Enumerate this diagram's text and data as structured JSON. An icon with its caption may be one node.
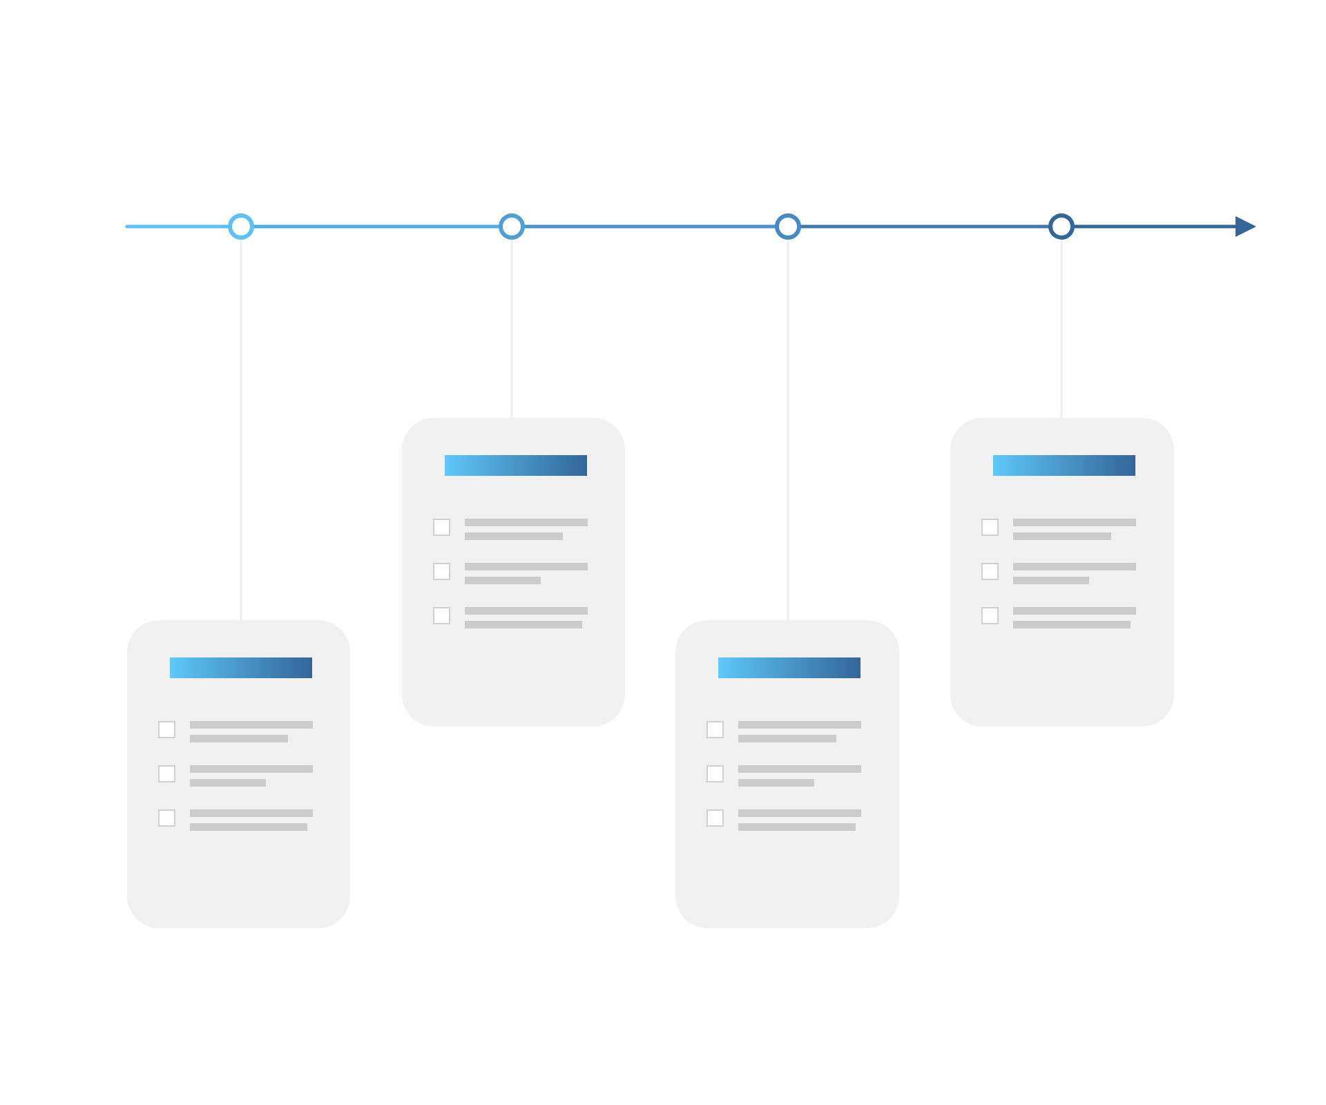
{
  "diagram": {
    "nodes": [
      {
        "text": [],
        "shape": "circle"
      },
      {
        "text": [],
        "shape": "circle"
      },
      {
        "text": [],
        "shape": "circle"
      },
      {
        "text": [],
        "shape": "circle"
      },
      {
        "text": [],
        "shape": "box"
      },
      {
        "text": [],
        "shape": "box"
      },
      {
        "text": [],
        "shape": "box"
      },
      {
        "text": [],
        "shape": "box"
      }
    ],
    "edges": [
      {
        "from": null,
        "to": 0,
        "arrow": "none",
        "color": "#5bc0f5"
      },
      {
        "from": 0,
        "to": 1,
        "arrow": "none",
        "color": "#52abe3"
      },
      {
        "from": 1,
        "to": 2,
        "arrow": "none",
        "color": "#4891cb"
      },
      {
        "from": 2,
        "to": 3,
        "arrow": "none",
        "color": "#3e79b0"
      },
      {
        "from": 3,
        "to": null,
        "arrow": "to",
        "color": "#336699"
      },
      {
        "from": 0,
        "to": 4,
        "arrow": "none"
      },
      {
        "from": 1,
        "to": 5,
        "arrow": "none"
      },
      {
        "from": 2,
        "to": 6,
        "arrow": "none"
      },
      {
        "from": 3,
        "to": 7,
        "arrow": "none"
      }
    ]
  }
}
